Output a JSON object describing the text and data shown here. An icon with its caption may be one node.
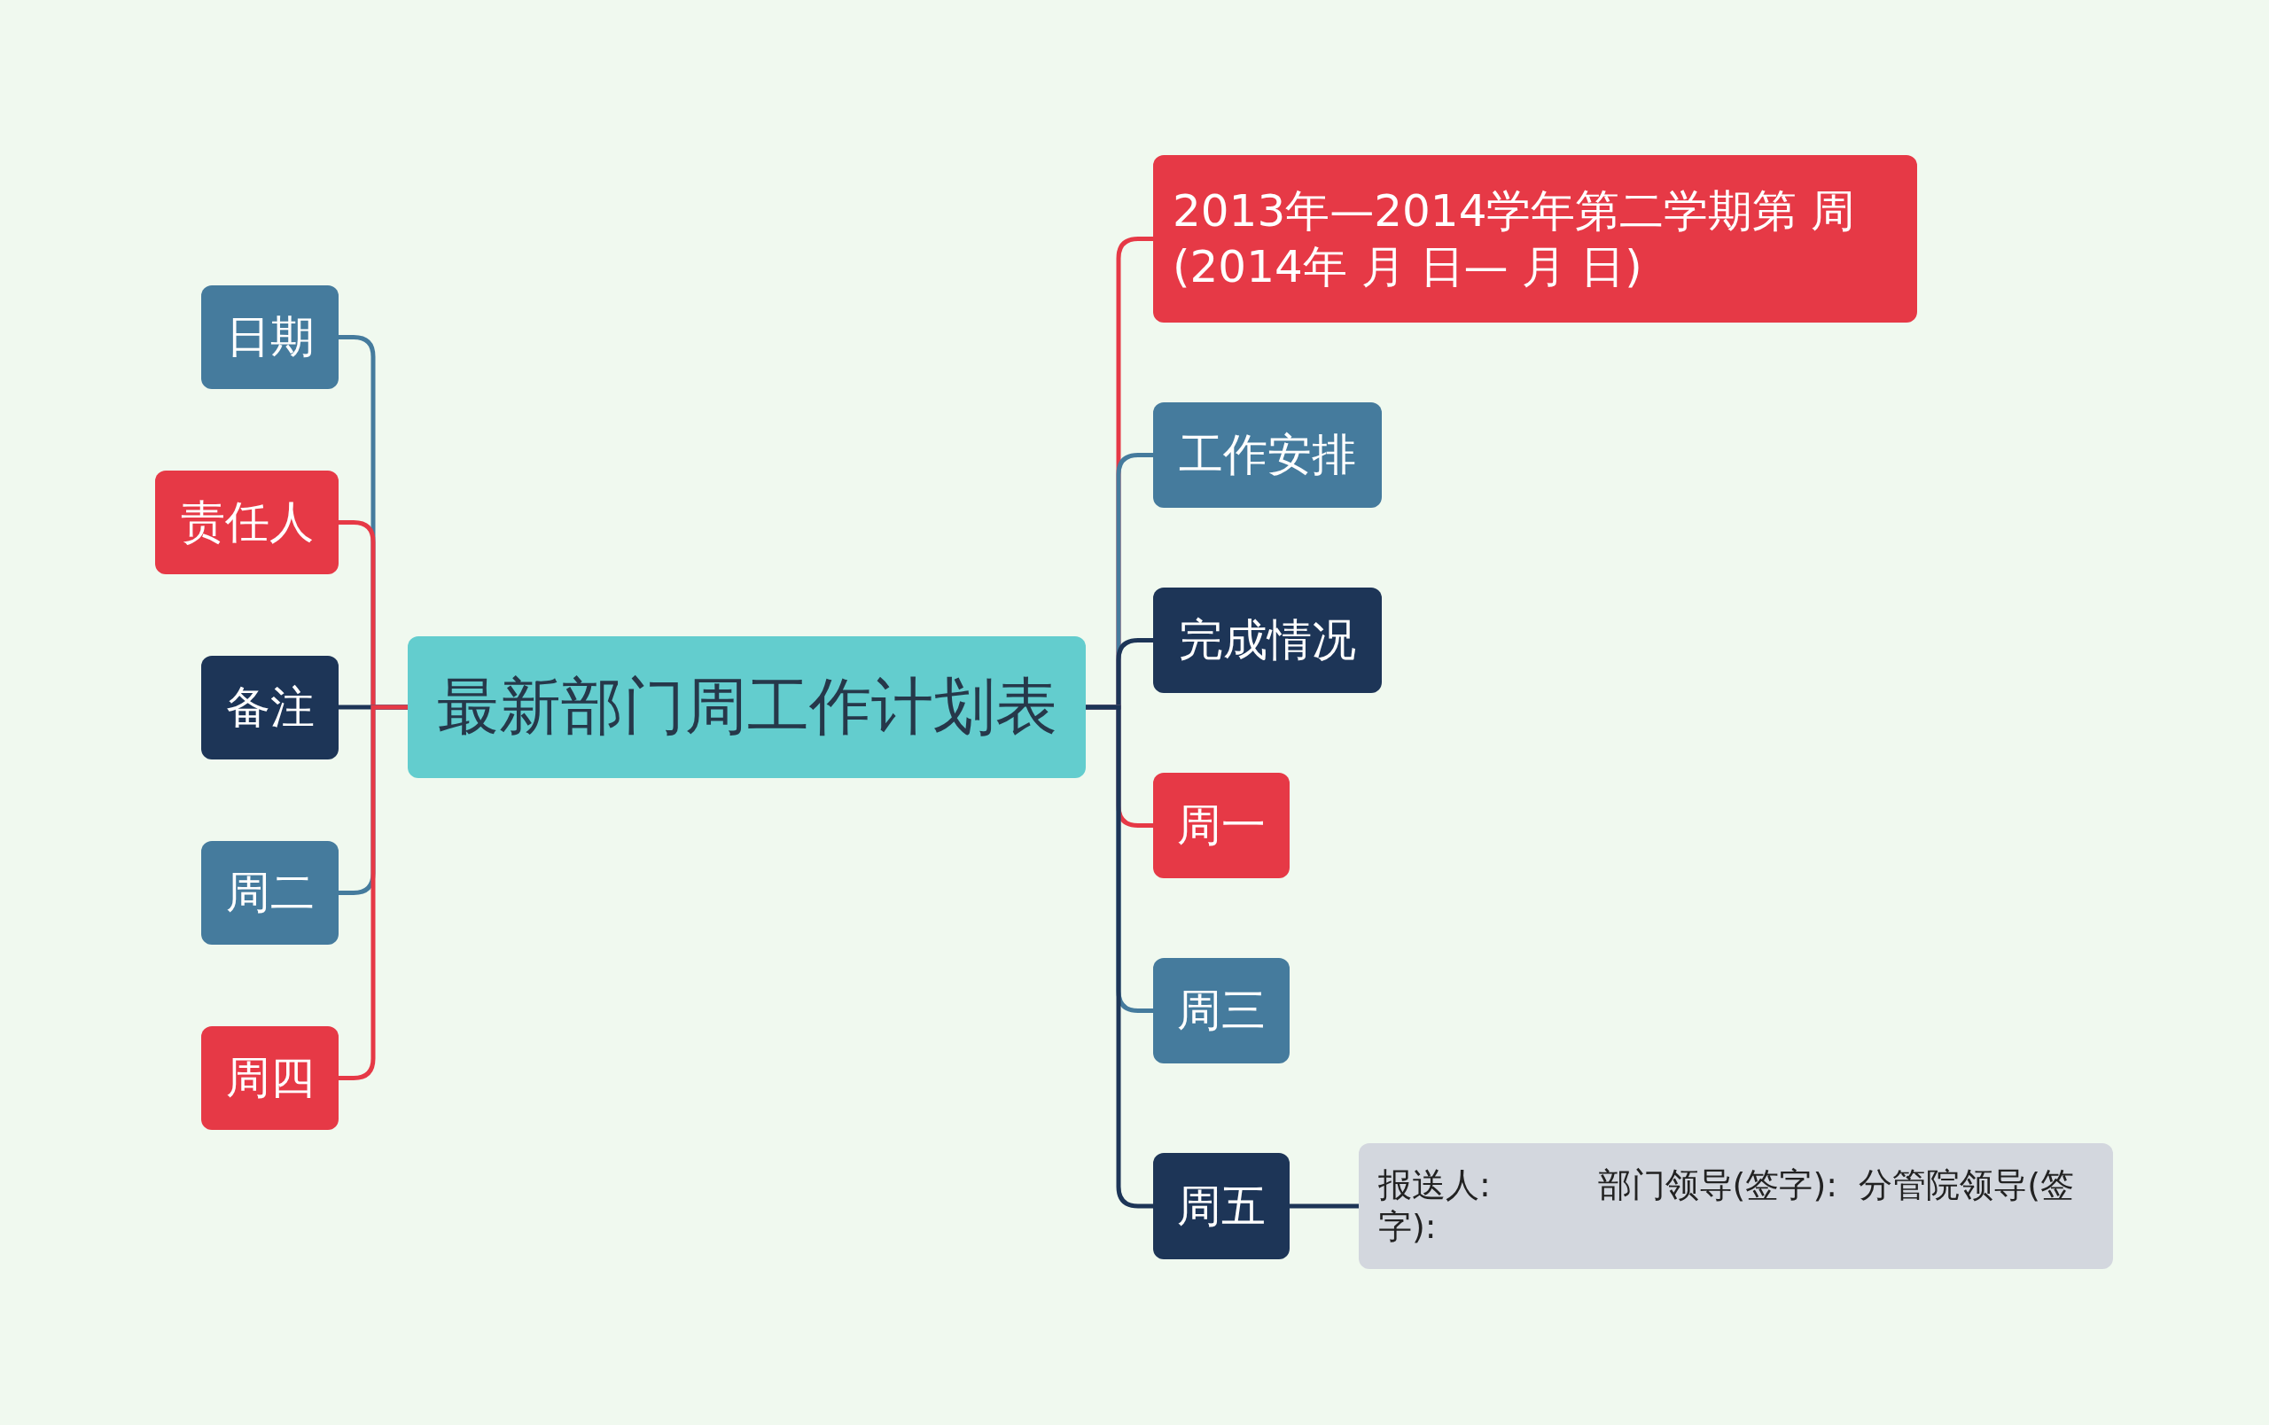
{
  "diagram": {
    "nodes": [
      {
        "text": [
          "最新部门周工作计划表"
        ]
      },
      {
        "text": [
          "日期"
        ]
      },
      {
        "text": [
          "责任人"
        ]
      },
      {
        "text": [
          "备注"
        ]
      },
      {
        "text": [
          "周二"
        ]
      },
      {
        "text": [
          "周四"
        ]
      },
      {
        "text": [
          "2013年—2014学年第二学期第 周(2014年 月 日— 月 日)"
        ]
      },
      {
        "text": [
          "工作安排"
        ]
      },
      {
        "text": [
          "完成情况"
        ]
      },
      {
        "text": [
          "周一"
        ]
      },
      {
        "text": [
          "周三"
        ]
      },
      {
        "text": [
          "周五"
        ]
      },
      {
        "text": [
          "报送人:          部门领导(签字):  分管院领导(签字):"
        ]
      }
    ],
    "edges": [
      {
        "from": 0,
        "to": 1,
        "arrow": "none",
        "color": "#457b9d"
      },
      {
        "from": 0,
        "to": 2,
        "arrow": "none",
        "color": "#e63946"
      },
      {
        "from": 0,
        "to": 3,
        "arrow": "none",
        "color": "#1d3557"
      },
      {
        "from": 0,
        "to": 4,
        "arrow": "none",
        "color": "#457b9d"
      },
      {
        "from": 0,
        "to": 5,
        "arrow": "none",
        "color": "#e63946"
      },
      {
        "from": 0,
        "to": 6,
        "arrow": "none",
        "color": "#e63946"
      },
      {
        "from": 0,
        "to": 7,
        "arrow": "none",
        "color": "#457b9d"
      },
      {
        "from": 0,
        "to": 8,
        "arrow": "none",
        "color": "#1d3557"
      },
      {
        "from": 0,
        "to": 9,
        "arrow": "none",
        "color": "#e63946"
      },
      {
        "from": 0,
        "to": 10,
        "arrow": "none",
        "color": "#457b9d"
      },
      {
        "from": 0,
        "to": 11,
        "arrow": "none",
        "color": "#1d3557"
      },
      {
        "from": 11,
        "to": 12,
        "arrow": "none",
        "color": "#1d3557"
      }
    ]
  }
}
